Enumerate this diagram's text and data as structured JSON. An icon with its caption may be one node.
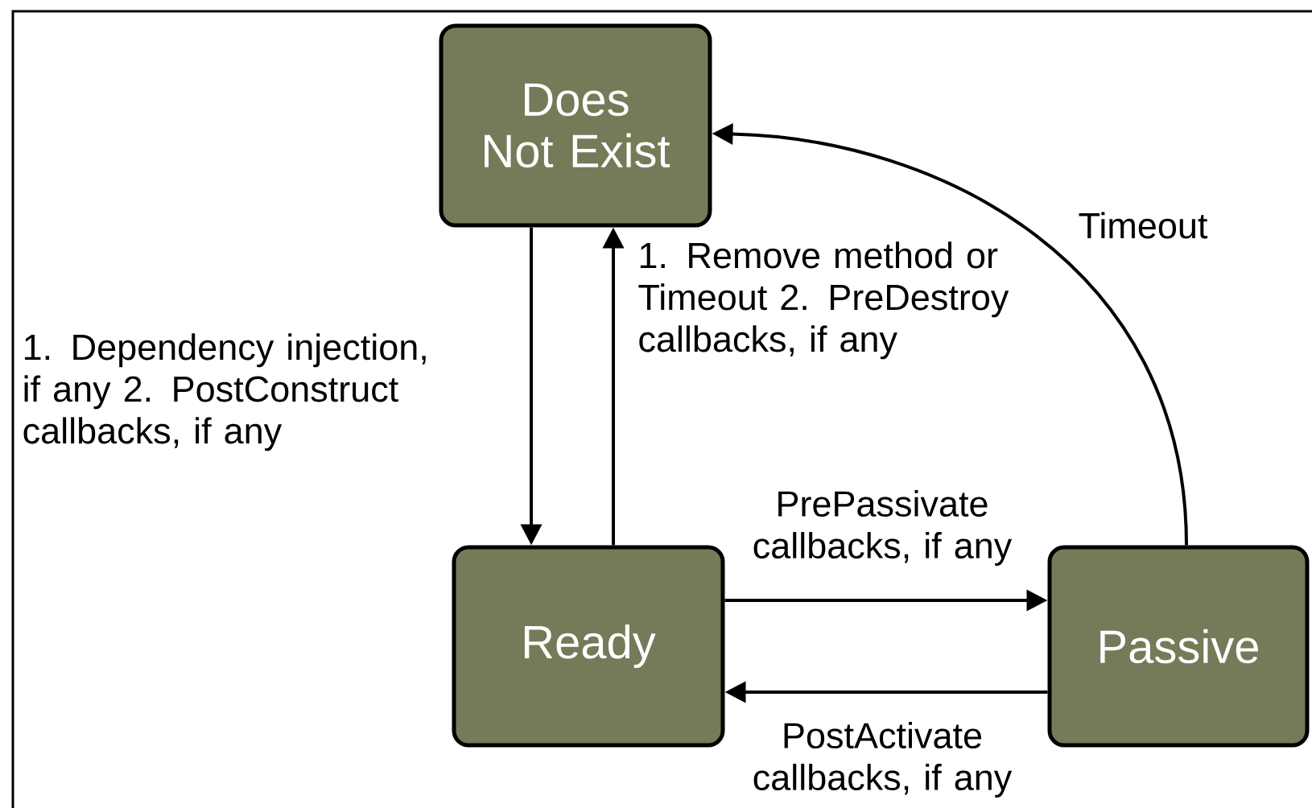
{
  "diagram": {
    "nodes": [
      {
        "text": [
          "Does Not Exist"
        ]
      },
      {
        "text": [
          "Ready"
        ]
      },
      {
        "text": [
          "Passive"
        ]
      }
    ],
    "edges": [
      {
        "from": 0,
        "to": 1,
        "arrow": "to",
        "label": "1. Dependency injection, if any 2. PostConstruct callbacks, if any"
      },
      {
        "from": 1,
        "to": 0,
        "arrow": "to",
        "label": "1. Remove method or Timeout 2. PreDestroy callbacks, if any"
      },
      {
        "from": 1,
        "to": 2,
        "arrow": "to",
        "label": "PrePassivate callbacks, if any"
      },
      {
        "from": 2,
        "to": 1,
        "arrow": "to",
        "label": "PostActivate callbacks, if any"
      },
      {
        "from": 2,
        "to": 0,
        "arrow": "to",
        "label": "Timeout"
      }
    ]
  }
}
